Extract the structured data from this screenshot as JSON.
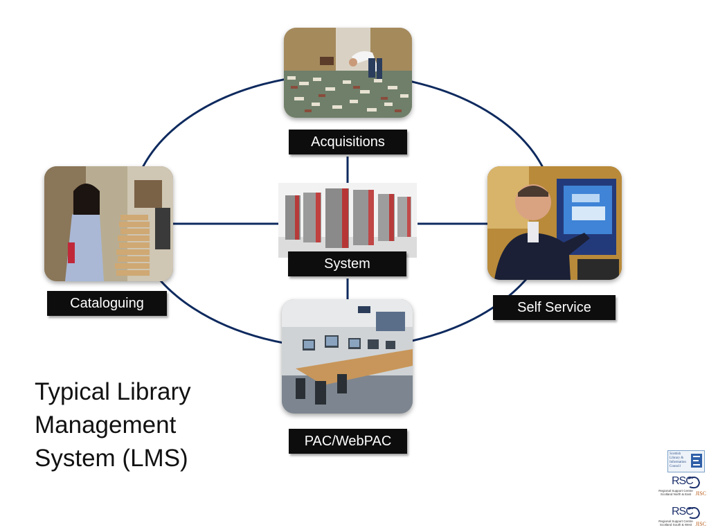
{
  "title_lines": [
    "Typical Library",
    "Management",
    "System (LMS)"
  ],
  "nodes": {
    "acquisitions": {
      "label": "Acquisitions"
    },
    "system": {
      "label": "System"
    },
    "cataloguing": {
      "label": "Cataloguing"
    },
    "self_service": {
      "label": "Self Service"
    },
    "pac": {
      "label": "PAC/WebPAC"
    }
  },
  "logos": {
    "council_lines": [
      "Scottish",
      "Library &",
      "Information",
      "Council"
    ],
    "rsc_north_east": {
      "name": "RSC",
      "sub": "Regional Support Centre Scotland North & East",
      "partner": "JISC"
    },
    "rsc_south_west": {
      "name": "RSC",
      "sub": "Regional Support Centre Scotland South & West",
      "partner": "JISC"
    }
  },
  "colors": {
    "connector": "#0e2a5e",
    "label_bg": "#0d0d0d",
    "label_text": "#ffffff"
  },
  "icons": {
    "acquisitions": "photo-books-on-floor",
    "system": "photo-server-racks",
    "cataloguing": "photo-person-with-books",
    "self_service": "photo-man-at-kiosk",
    "pac": "photo-computer-lab"
  }
}
